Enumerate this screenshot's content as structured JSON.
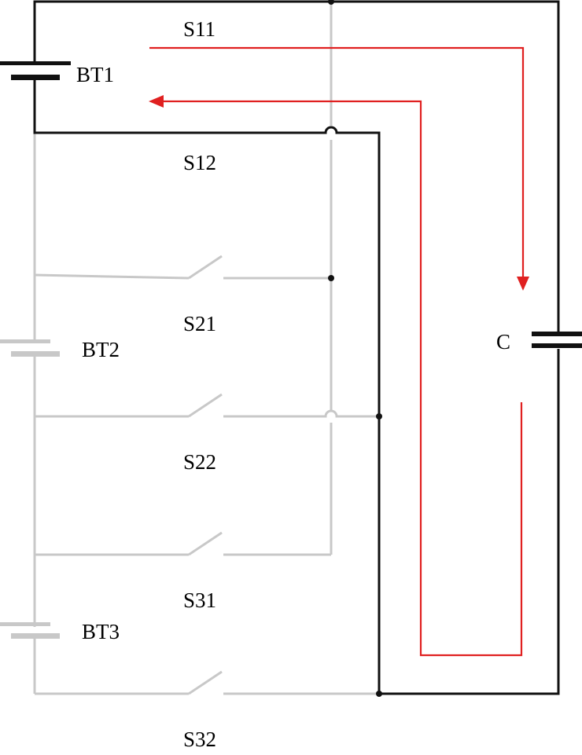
{
  "colors": {
    "active_wire": "#111111",
    "inactive_wire": "#c8c8c8",
    "current_path": "#e02020"
  },
  "labels": {
    "bt1": "BT1",
    "bt2": "BT2",
    "bt3": "BT3",
    "s11": "S11",
    "s12": "S12",
    "s21": "S21",
    "s22": "S22",
    "s31": "S31",
    "s32": "S32",
    "c": "C"
  }
}
